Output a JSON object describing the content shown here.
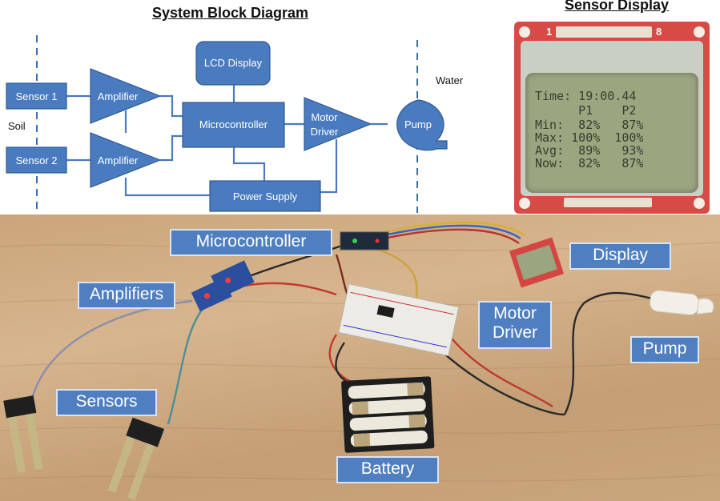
{
  "diagram": {
    "title": "System Block Diagram",
    "blocks": {
      "sensor1": "Sensor 1",
      "sensor2": "Sensor 2",
      "amp1": "Amplifier",
      "amp2": "Amplifier",
      "micro": "Microcontroller",
      "lcd": "LCD Display",
      "motor_line1": "Motor",
      "motor_line2": "Driver",
      "pump": "Pump",
      "power": "Power Supply"
    },
    "zones": {
      "soil": "Soil",
      "water": "Water"
    }
  },
  "sensor_display": {
    "title": "Sensor Display",
    "header_pins": "1",
    "header_pin_end": "8",
    "lcd_lines": [
      "Time: 19:00.44",
      "      P1    P2",
      "Min:  82%   87%",
      "Max: 100%  100%",
      "Avg:  89%   93%",
      "Now:  82%   87%"
    ]
  },
  "photo": {
    "labels": {
      "microcontroller": "Microcontroller",
      "display": "Display",
      "amplifiers": "Amplifiers",
      "motor_line1": "Motor",
      "motor_line2": "Driver",
      "pump": "Pump",
      "sensors": "Sensors",
      "battery": "Battery"
    }
  },
  "colors": {
    "block_fill": "#4a7bbf",
    "label_fill": "#4f7fc0",
    "pcb_red": "#d63a3a",
    "lcd_green": "#9aa680",
    "table_wood": "#c9a57d"
  }
}
